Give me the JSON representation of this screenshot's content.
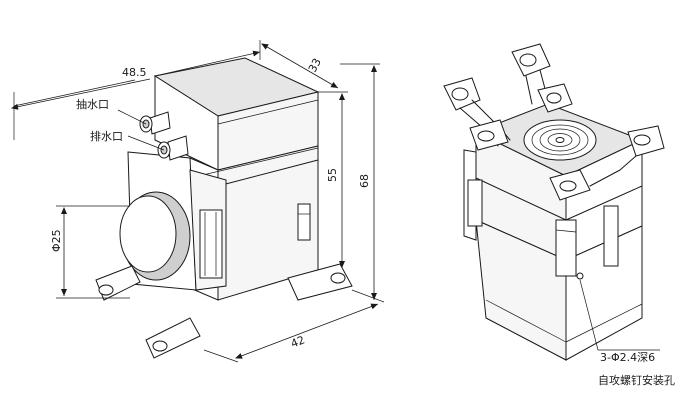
{
  "dimensions": {
    "length": "48.5",
    "depth": "33",
    "height_body": "55",
    "height_total": "68",
    "diameter": "Φ25",
    "base_width": "42"
  },
  "callouts": {
    "suction_port": "抽水口",
    "discharge_port": "排水口",
    "hole_spec": "3-Φ2.4深6",
    "hole_note": "自攻螺钉安装孔"
  }
}
